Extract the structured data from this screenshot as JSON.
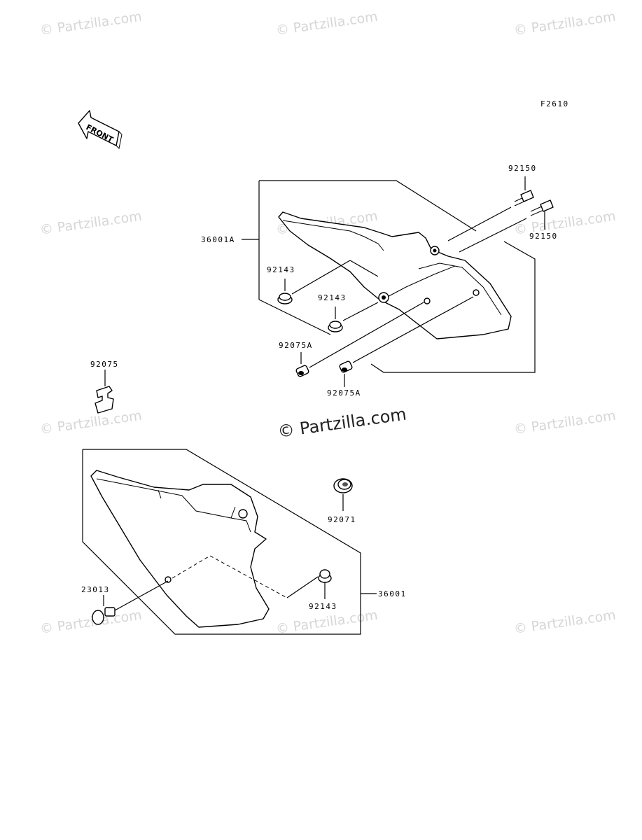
{
  "figure_code": "F2610",
  "front_arrow_text": "FRONT",
  "watermark": "© Partzilla.com",
  "center_watermark": "© Partzilla.com",
  "callouts": {
    "p92150_top": "92150",
    "p92150_right": "92150",
    "p36001A": "36001A",
    "p92143_a": "92143",
    "p92143_b": "92143",
    "p92075A_left": "92075A",
    "p92075A_right": "92075A",
    "p92075": "92075",
    "p92071": "92071",
    "p23013": "23013",
    "p92143_c": "92143",
    "p36001": "36001"
  }
}
